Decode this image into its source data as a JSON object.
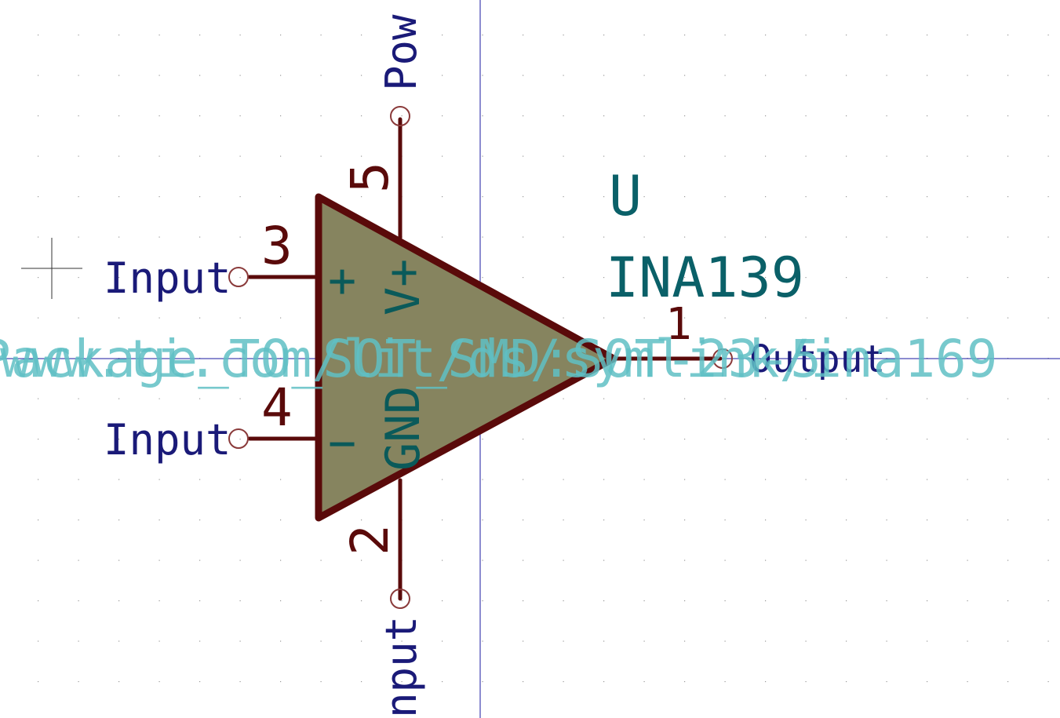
{
  "colors": {
    "background": "#ffffff",
    "grid": "#9a9a9a",
    "axis": "#1a1aa0",
    "body_fill": "#86845f",
    "body_stroke": "#5a0a0a",
    "pin": "#5a0a0a",
    "pin_name": "#1a1a78",
    "pin_number": "#5a0a0a",
    "power_pin_label": "#0a5a5a",
    "reference": "#0a6068",
    "value": "#0a6068",
    "footprint": "#5fbfc4"
  },
  "symbol": {
    "reference": "U",
    "value": "INA139",
    "footprint": "Package_TO_SOT_SMD:SOT-23-5",
    "datasheet_overlay": "www.ti.com/lit/ds/symlink/ina169"
  },
  "pins": [
    {
      "number": "3",
      "name": "Input",
      "symbol": "+"
    },
    {
      "number": "4",
      "name": "Input",
      "symbol": "−"
    },
    {
      "number": "5",
      "name": "Pow",
      "symbol": "V+"
    },
    {
      "number": "2",
      "name": "nput",
      "symbol": "GND"
    },
    {
      "number": "1",
      "name": "Output"
    }
  ]
}
